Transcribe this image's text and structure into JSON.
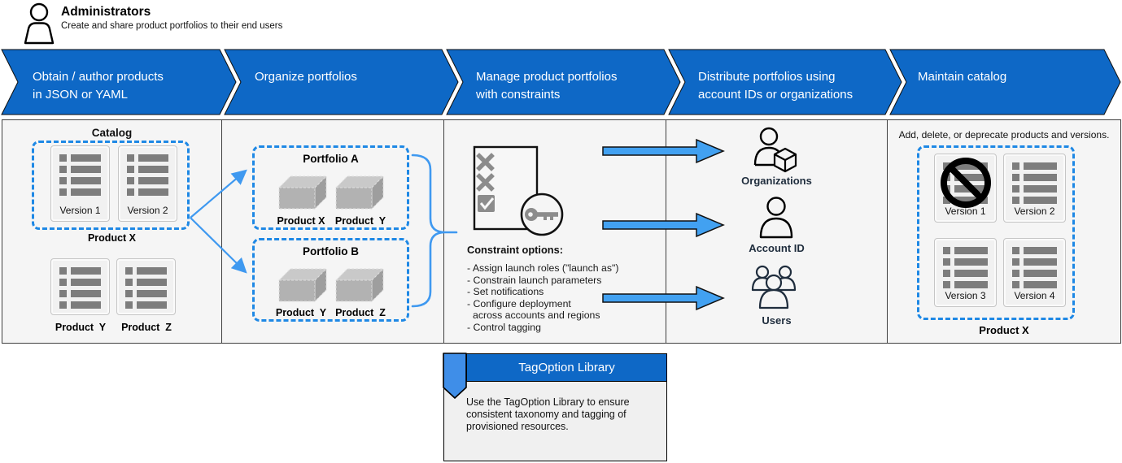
{
  "admin": {
    "title": "Administrators",
    "subtitle": "Create and share product portfolios to their end users"
  },
  "banner": {
    "steps": [
      {
        "l1": "Obtain / author products",
        "l2": "in JSON or YAML"
      },
      {
        "l1": "Organize portfolios",
        "l2": ""
      },
      {
        "l1": "Manage product portfolios",
        "l2": "with constraints"
      },
      {
        "l1": "Distribute portfolios using",
        "l2": "account IDs or organizations"
      },
      {
        "l1": "Maintain catalog",
        "l2": ""
      }
    ]
  },
  "catalog": {
    "title": "Catalog",
    "versions": [
      "Version 1",
      "Version 2"
    ],
    "group_label": "Product X",
    "loose_products": [
      "Product  Y",
      "Product  Z"
    ]
  },
  "portfolios": {
    "a": {
      "title": "Portfolio A",
      "products": [
        "Product X",
        "Product  Y"
      ]
    },
    "b": {
      "title": "Portfolio B",
      "products": [
        "Product  Y",
        "Product  Z"
      ]
    }
  },
  "constraints": {
    "heading": "Constraint options:",
    "items": [
      "- Assign launch roles (\"launch as\")",
      "- Constrain launch parameters",
      "- Set notifications",
      "- Configure deployment",
      "across accounts and regions",
      "- Control tagging"
    ]
  },
  "distribute": {
    "targets": [
      "Organizations",
      "Account ID",
      "Users"
    ]
  },
  "maintain": {
    "note": "Add, delete, or deprecate products and versions.",
    "versions": [
      "Version 1",
      "Version 2",
      "Version 3",
      "Version 4"
    ],
    "group_label": "Product X"
  },
  "tagoption": {
    "title": "TagOption Library",
    "body": [
      "Use the TagOption Library to ensure",
      "consistent taxonomy and tagging of",
      "provisioned resources."
    ]
  },
  "colors": {
    "chevron_blue": "#0e68c6",
    "arrow_fill": "#42a1f1",
    "dashed_blue": "#1e88e5",
    "connector_blue": "#3f99f0",
    "ribbon_blue": "#3f8ee8",
    "label_navy": "#1f2d3d",
    "icon_gray": "#8c8c8c"
  }
}
